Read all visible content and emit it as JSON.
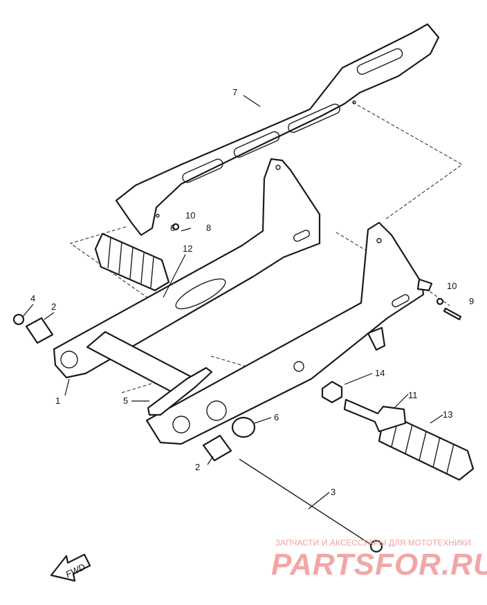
{
  "callouts": [
    {
      "id": "c7a",
      "label": "7"
    },
    {
      "id": "c10a",
      "label": "10"
    },
    {
      "id": "c6a",
      "label": "6"
    },
    {
      "id": "c8",
      "label": "8"
    },
    {
      "id": "c12",
      "label": "12"
    },
    {
      "id": "c4",
      "label": "4"
    },
    {
      "id": "c2a",
      "label": "2"
    },
    {
      "id": "c10b",
      "label": "10"
    },
    {
      "id": "c9",
      "label": "9"
    },
    {
      "id": "c1",
      "label": "1"
    },
    {
      "id": "c14",
      "label": "14"
    },
    {
      "id": "c5",
      "label": "5"
    },
    {
      "id": "c11",
      "label": "11"
    },
    {
      "id": "c6b",
      "label": "6"
    },
    {
      "id": "c13",
      "label": "13"
    },
    {
      "id": "c2b",
      "label": "2"
    },
    {
      "id": "c3",
      "label": "3"
    }
  ],
  "direction_marker": {
    "label": "FWD"
  },
  "watermark": {
    "tagline": "ЗАПЧАСТИ И АКСЕССУАРЫ ДЛЯ МОТОТЕХНИКИ",
    "logo": "PARTSFOR.RU"
  },
  "colors": {
    "line": "#1a1a1a",
    "watermark": "#f3a6a6"
  }
}
